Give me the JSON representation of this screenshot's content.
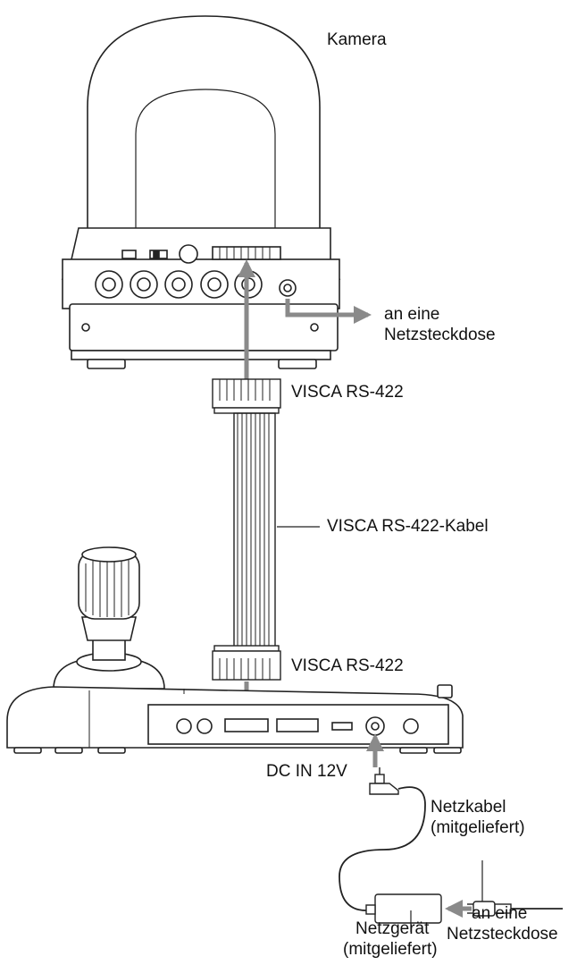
{
  "labels": {
    "camera": "Kamera",
    "outlet_top_line1": "an eine",
    "outlet_top_line2": "Netzsteckdose",
    "visca_top": "VISCA RS-422",
    "visca_cable": "VISCA RS-422-Kabel",
    "visca_bottom": "VISCA RS-422",
    "dc_in": "DC IN 12V",
    "power_cord_line1": "Netzkabel",
    "power_cord_line2": "(mitgeliefert)",
    "outlet_bottom_line1": "an eine",
    "outlet_bottom_line2": "Netzsteckdose",
    "adapter_line1": "Netzgerät",
    "adapter_line2": "(mitgeliefert)"
  },
  "colors": {
    "line": "#222222",
    "arrow": "#8a8a8a"
  }
}
